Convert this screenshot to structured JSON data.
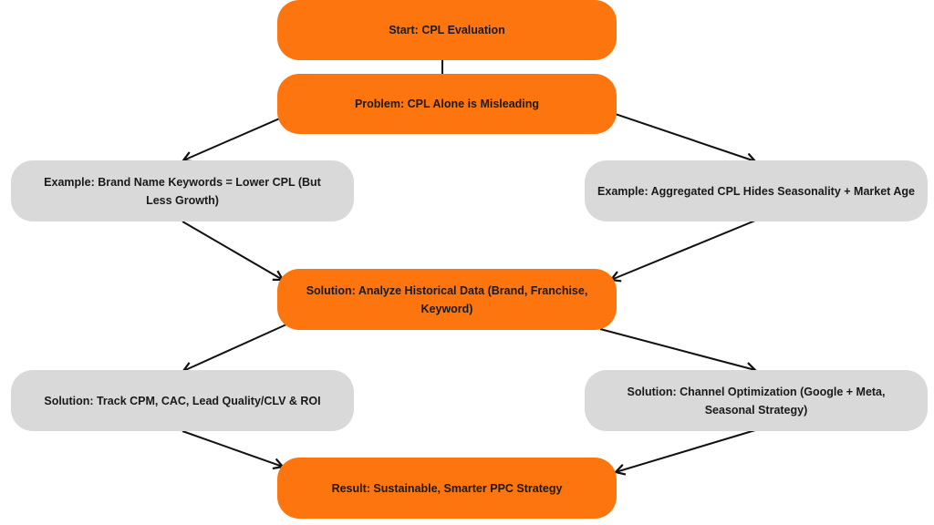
{
  "diagram": {
    "type": "flowchart",
    "colors": {
      "primary": "#fd750f",
      "secondary": "#d9d9d9",
      "text": "#1a1a1a",
      "arrow": "#111111"
    },
    "nodes": {
      "start": {
        "label": "Start: CPL Evaluation",
        "style": "primary"
      },
      "problem": {
        "label": "Problem: CPL Alone is Misleading",
        "style": "primary"
      },
      "example_brand": {
        "label": "Example: Brand Name Keywords = Lower CPL (But Less Growth)",
        "style": "secondary"
      },
      "example_aggregated": {
        "label": "Example: Aggregated CPL Hides Seasonality + Market Age",
        "style": "secondary"
      },
      "solution_historical": {
        "label": "Solution: Analyze Historical Data (Brand, Franchise, Keyword)",
        "style": "primary"
      },
      "solution_track": {
        "label": "Solution: Track CPM, CAC, Lead Quality/CLV & ROI",
        "style": "secondary"
      },
      "solution_channel": {
        "label": "Solution: Channel Optimization (Google + Meta, Seasonal Strategy)",
        "style": "secondary"
      },
      "result": {
        "label": "Result: Sustainable, Smarter PPC Strategy",
        "style": "primary"
      }
    },
    "edges": [
      {
        "from": "start",
        "to": "problem"
      },
      {
        "from": "problem",
        "to": "example_brand"
      },
      {
        "from": "problem",
        "to": "example_aggregated"
      },
      {
        "from": "example_brand",
        "to": "solution_historical"
      },
      {
        "from": "example_aggregated",
        "to": "solution_historical"
      },
      {
        "from": "solution_historical",
        "to": "solution_track"
      },
      {
        "from": "solution_historical",
        "to": "solution_channel"
      },
      {
        "from": "solution_track",
        "to": "result"
      },
      {
        "from": "solution_channel",
        "to": "result"
      }
    ]
  }
}
